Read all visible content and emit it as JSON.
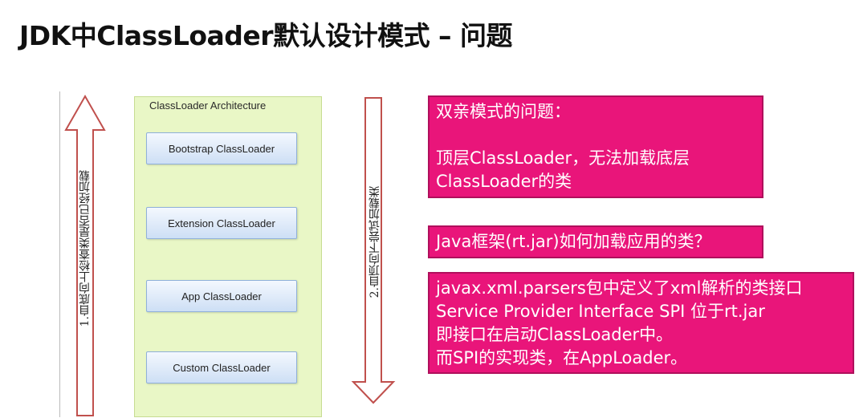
{
  "slide": {
    "title": "JDK中ClassLoader默认设计模式 – 问题"
  },
  "arrows": {
    "up_label": "1.自底向上检查类是否已经加载",
    "down_label": "2.自顶向下尝试加载类"
  },
  "architecture": {
    "title": "ClassLoader Architecture",
    "loaders": [
      "Bootstrap ClassLoader",
      "Extension ClassLoader",
      "App ClassLoader",
      "Custom ClassLoader"
    ]
  },
  "notes": {
    "box1": [
      "双亲模式的问题：",
      "",
      "顶层ClassLoader，无法加载底层",
      "ClassLoader的类"
    ],
    "box2": [
      "Java框架(rt.jar)如何加载应用的类？"
    ],
    "box3": [
      "javax.xml.parsers包中定义了xml解析的类接口",
      "Service Provider Interface SPI 位于rt.jar",
      "即接口在启动ClassLoader中。",
      "而SPI的实现类，在AppLoader。"
    ]
  },
  "colors": {
    "note_background": "#e9157a",
    "arrow_outline": "#c0504d",
    "panel_background": "#e9f7c6"
  }
}
